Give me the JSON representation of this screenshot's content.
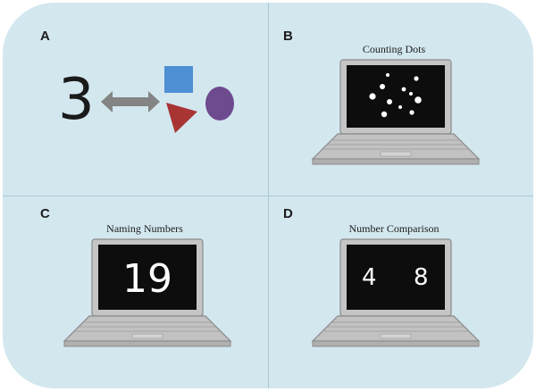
{
  "panels": {
    "a": {
      "letter": "A",
      "number": "3"
    },
    "b": {
      "letter": "B",
      "caption": "Counting Dots"
    },
    "c": {
      "letter": "C",
      "caption": "Naming Numbers",
      "screen_number": "19"
    },
    "d": {
      "letter": "D",
      "caption": "Number Comparison",
      "left_number": "4",
      "right_number": "8"
    }
  },
  "colors": {
    "background": "#d3e7ef",
    "arrow": "#848484",
    "square": "#4f8fd3",
    "triangle": "#a93434",
    "circle": "#6e4a8e",
    "screen": "#0d0d0d",
    "laptop": "#b9b9b9"
  }
}
